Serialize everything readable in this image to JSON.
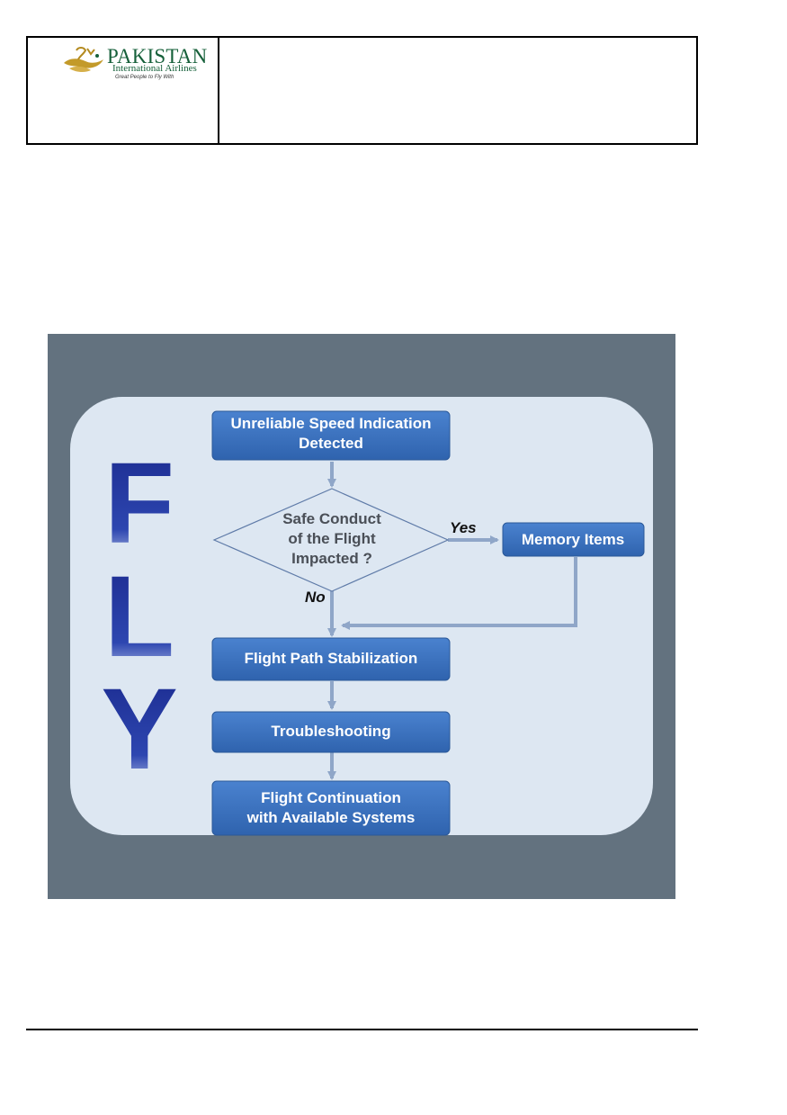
{
  "header": {
    "logo": {
      "name": "PAKISTAN",
      "subtitle": "International Airlines",
      "tagline": "Great People to Fly With"
    }
  },
  "diagram": {
    "side_letters": [
      "F",
      "L",
      "Y"
    ],
    "nodes": {
      "start": {
        "lines": [
          "Unreliable Speed Indication",
          "Detected"
        ]
      },
      "decision": {
        "lines": [
          "Safe Conduct",
          "of the Flight",
          "Impacted ?"
        ]
      },
      "memory": {
        "lines": [
          "Memory Items"
        ]
      },
      "stabilize": {
        "lines": [
          "Flight Path Stabilization"
        ]
      },
      "troubleshoot": {
        "lines": [
          "Troubleshooting"
        ]
      },
      "continue": {
        "lines": [
          "Flight Continuation",
          "with Available Systems"
        ]
      }
    },
    "edge_labels": {
      "yes": "Yes",
      "no": "No"
    },
    "colors": {
      "background": "#63727f",
      "panel": "#dde7f2",
      "box": "#3b72bf",
      "arrow": "#8fa6c8",
      "letter": "#24379a"
    }
  }
}
